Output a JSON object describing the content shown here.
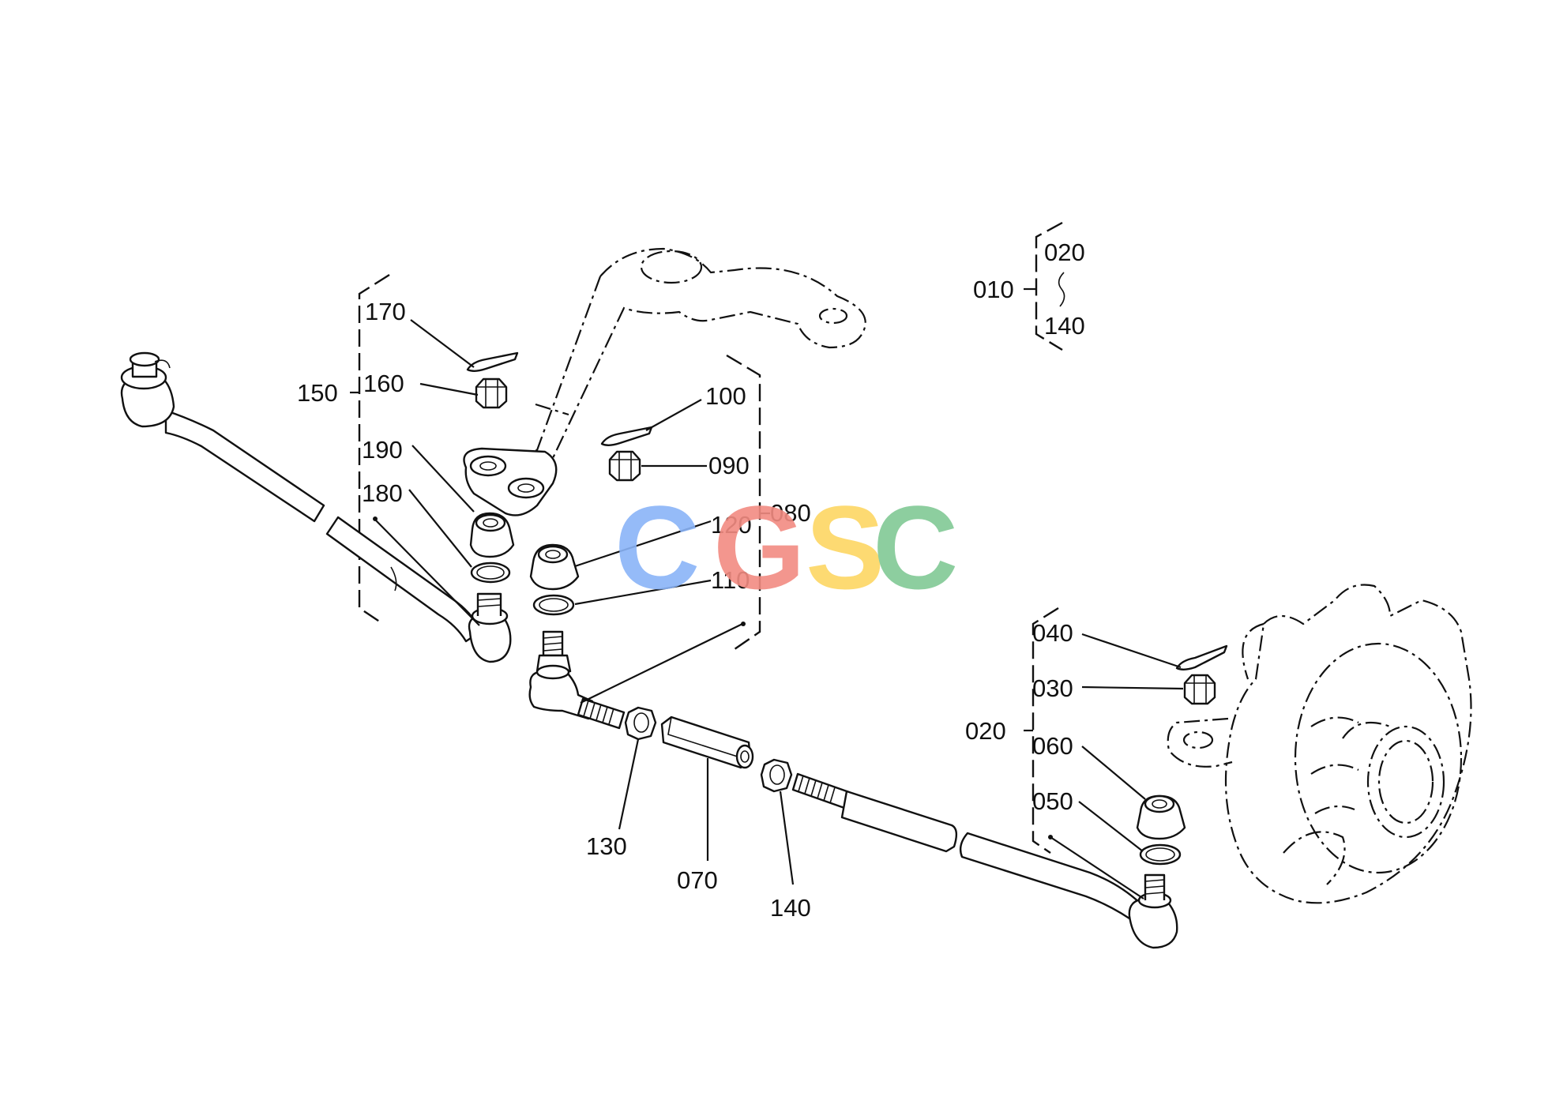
{
  "labels": {
    "l010": "010",
    "l020a": "020",
    "l140a": "140",
    "l170": "170",
    "l160": "160",
    "l150": "150",
    "l190": "190",
    "l180": "180",
    "l100": "100",
    "l090": "090",
    "l080": "080",
    "l120": "120",
    "l110": "110",
    "l130": "130",
    "l070": "070",
    "l140": "140",
    "l040": "040",
    "l030": "030",
    "l020": "020",
    "l060": "060",
    "l050": "050"
  },
  "watermark": {
    "letters": [
      "C",
      "G",
      "S",
      "C"
    ],
    "colors": [
      "#8ab4f8",
      "#f28b82",
      "#fdd663",
      "#81c995"
    ]
  }
}
